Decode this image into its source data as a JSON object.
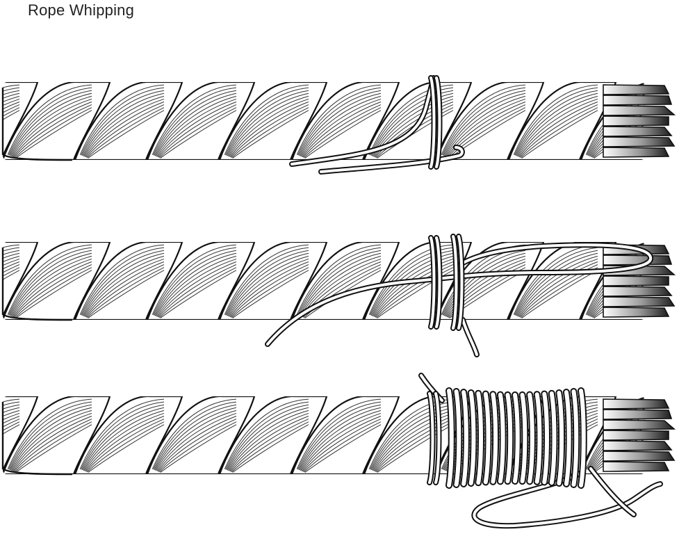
{
  "title": "Rope Whipping",
  "steps": [
    {
      "name": "step-1-lay-cord"
    },
    {
      "name": "step-2-form-loop"
    },
    {
      "name": "step-3-finished-whipping"
    }
  ],
  "colors": {
    "outline": "#111111",
    "fiber": "#333333",
    "background": "#ffffff",
    "fray_dark": "#2b2b2b"
  }
}
